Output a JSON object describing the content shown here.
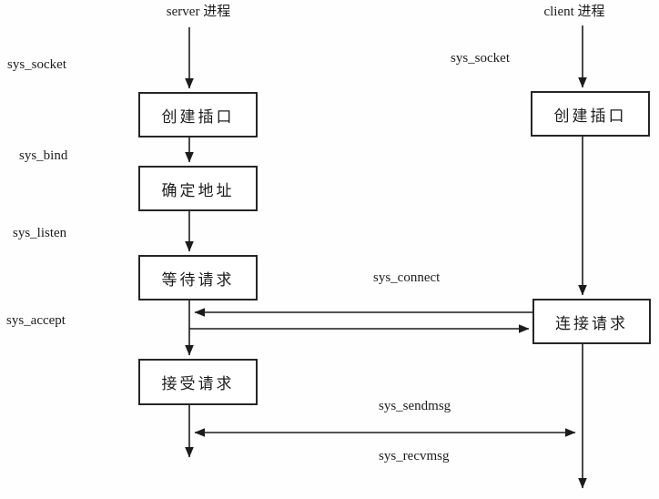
{
  "diagram": {
    "server": {
      "title": "server 进程",
      "syscalls": {
        "socket": "sys_socket",
        "bind": "sys_bind",
        "listen": "sys_listen",
        "accept": "sys_accept"
      },
      "steps": {
        "create_socket": "创建插口",
        "bind_address": "确定地址",
        "wait_request": "等待请求",
        "accept_request": "接受请求"
      }
    },
    "client": {
      "title": "client 进程",
      "syscalls": {
        "socket": "sys_socket",
        "connect": "sys_connect"
      },
      "steps": {
        "create_socket": "创建插口",
        "connect_request": "连接请求"
      }
    },
    "messages": {
      "send": "sys_sendmsg",
      "recv": "sys_recvmsg"
    },
    "colors": {
      "line": "#1c1c1c",
      "box_border": "#262626",
      "box_fill": "#ffffff",
      "text": "#1c1c1c",
      "background": "#fefefe"
    }
  }
}
